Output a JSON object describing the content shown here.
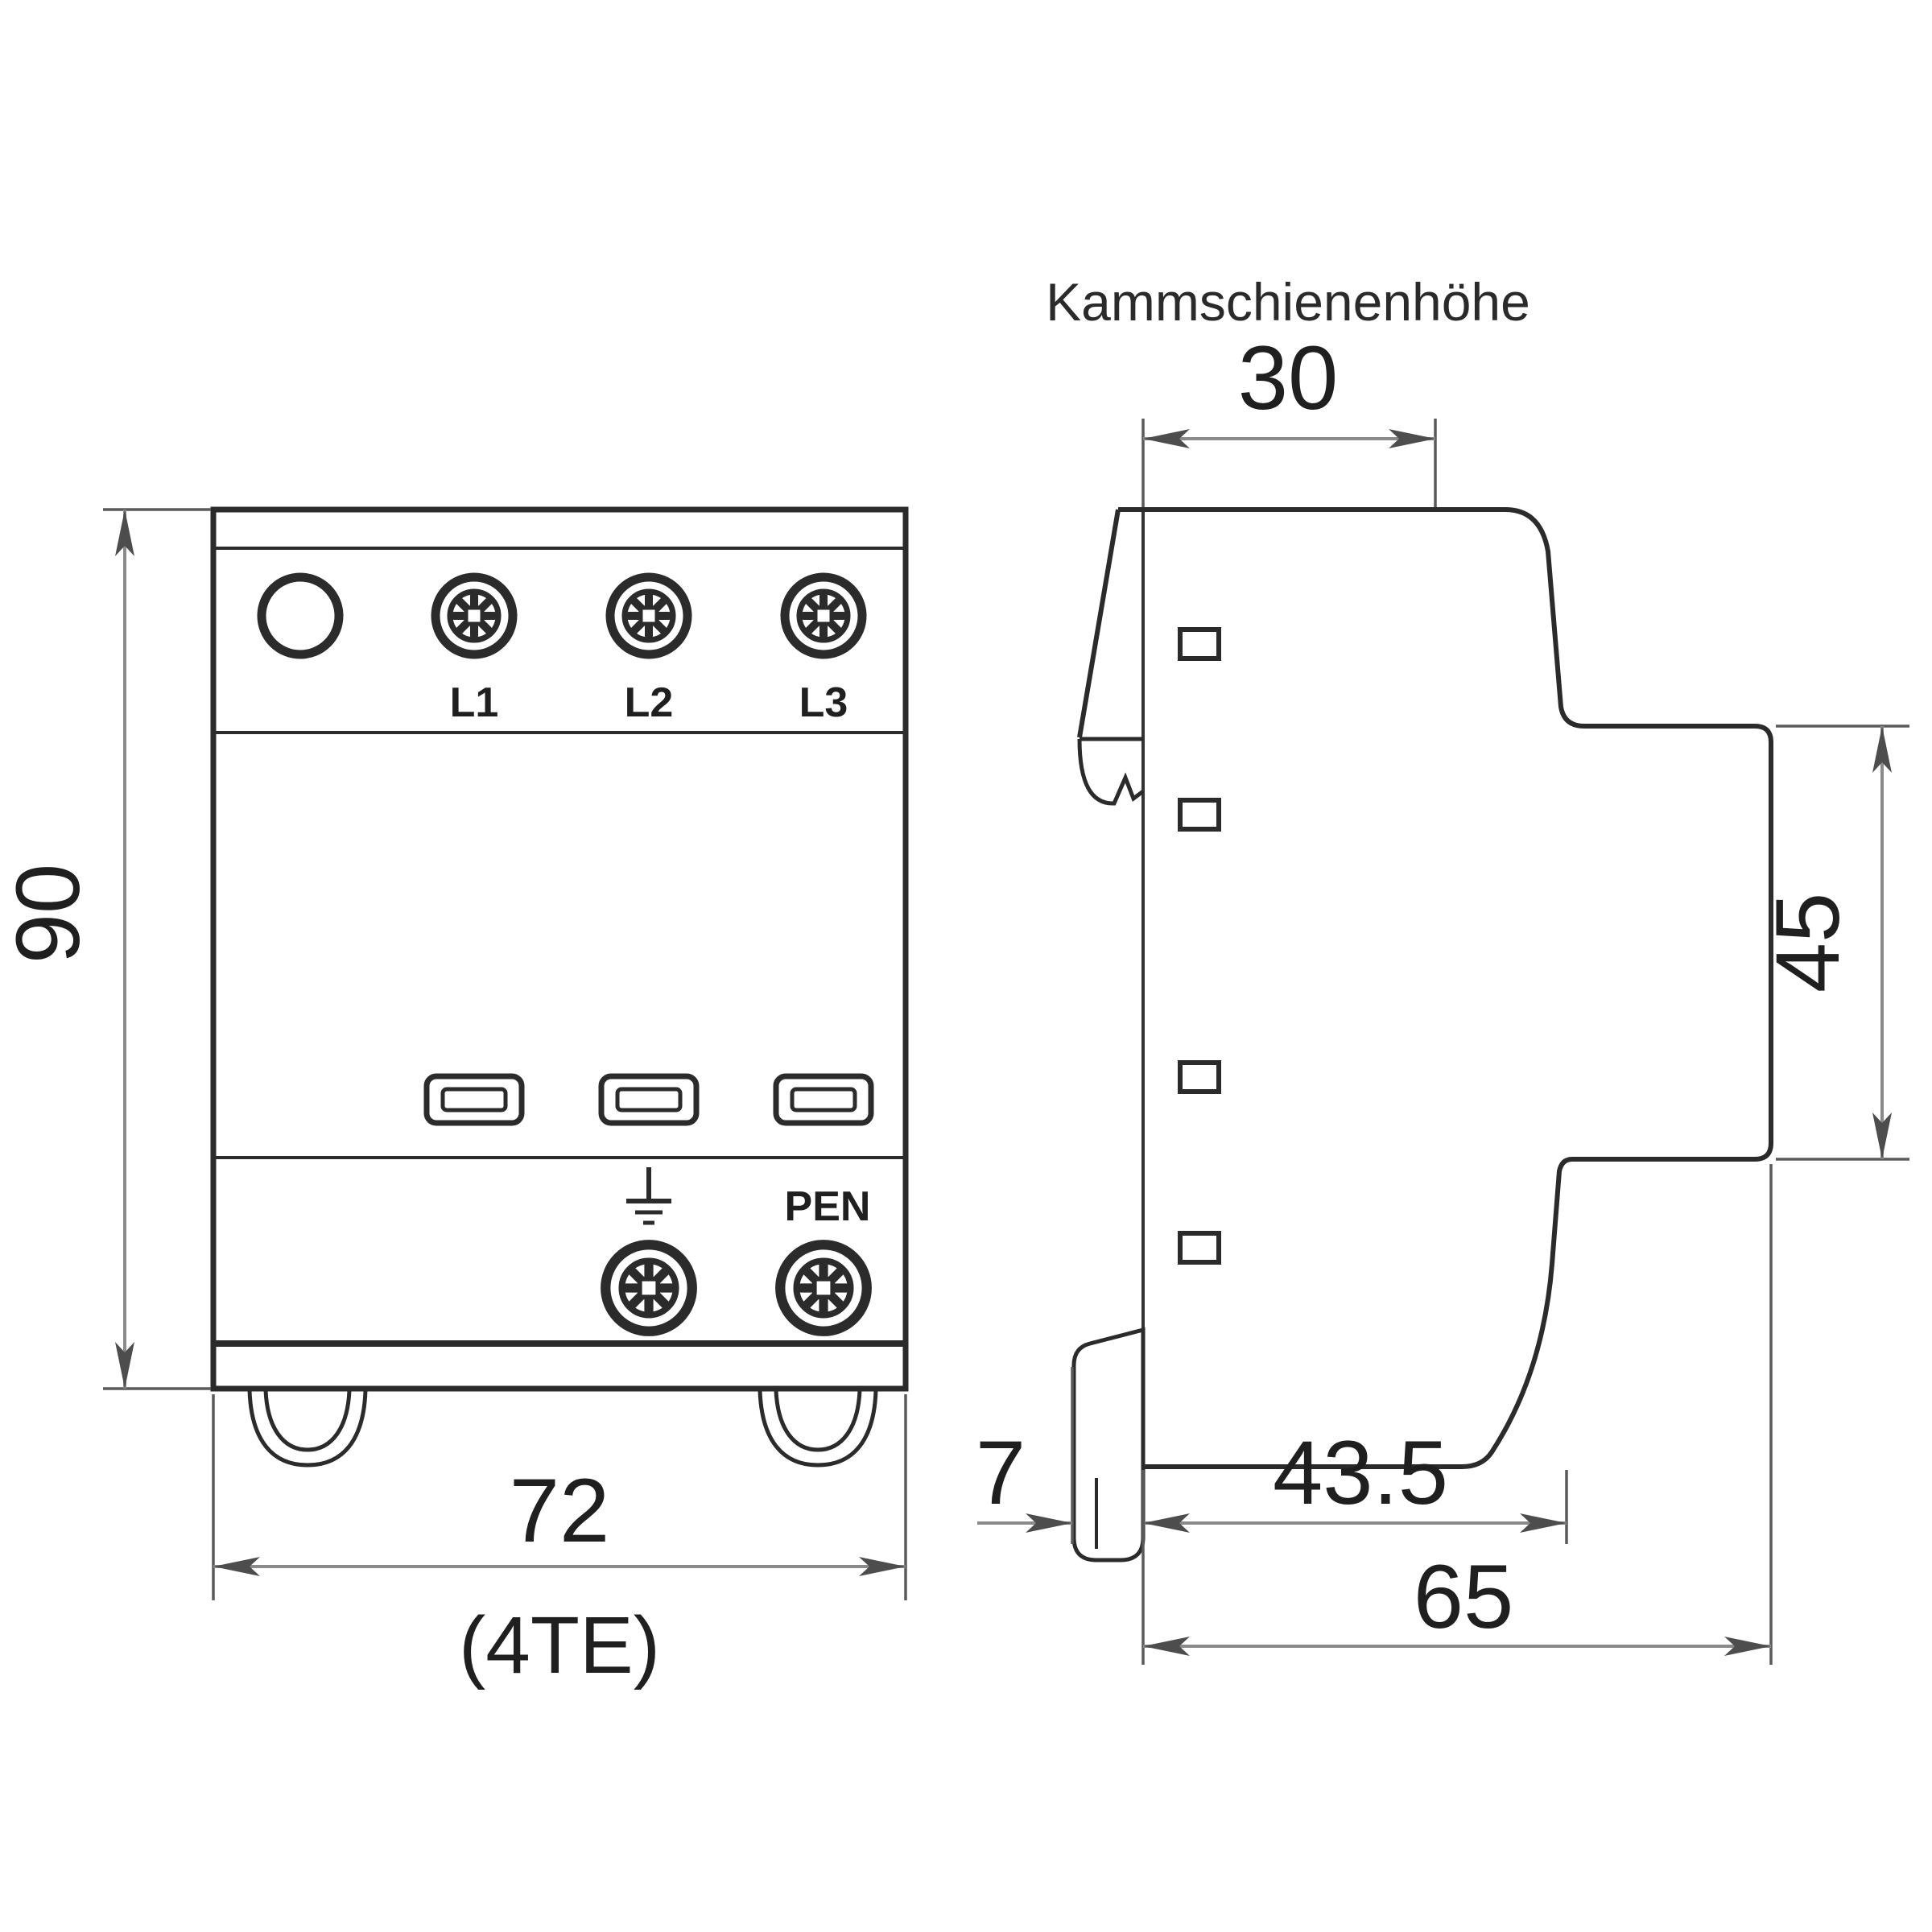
{
  "title": "Kammschienenhöhe",
  "front_view": {
    "label_l1": "L1",
    "label_l2": "L2",
    "label_l3": "L3",
    "label_pen": "PEN",
    "dim_height": "90",
    "dim_width": "72",
    "dim_width_note": "(4TE)"
  },
  "side_view": {
    "dim_comb_rail_width": "30",
    "dim_front_module_height": "45",
    "dim_rear_offset": "7",
    "dim_depth_front": "43.5",
    "dim_depth_total": "65"
  },
  "icons": {
    "screw_terminal": "cross-slot-screw-terminal-icon",
    "blank_terminal": "round-opening-icon",
    "ground": "earth-ground-symbol-icon",
    "release_slot": "test-slot-icon",
    "din_foot": "din-rail-clip-foot"
  },
  "colors": {
    "outline": "#2b2b2b",
    "dim_line": "#8a8a8a",
    "dim_arrow": "#4d4d4d",
    "ext_line": "#5a5a5a",
    "text": "#1f1f1f",
    "background": "#ffffff"
  }
}
